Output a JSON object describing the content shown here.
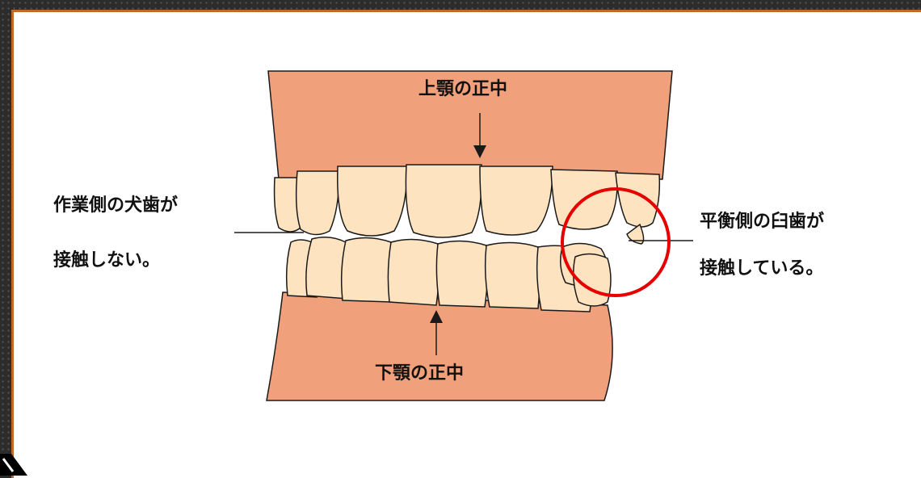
{
  "labels": {
    "upper_midline": "上顎の正中",
    "lower_midline": "下顎の正中",
    "working_side_line1": "作業側の犬歯が",
    "working_side_line2": "接触しない。",
    "balancing_side_line1": "平衡側の臼歯が",
    "balancing_side_line2": "接触している。"
  },
  "colors": {
    "gum": "#f0a07a",
    "tooth": "#fde3c0",
    "outline": "#1a1a1a",
    "highlight_circle": "#e60000",
    "frame_border": "#c06a2a",
    "background": "#ffffff"
  },
  "icons": [
    "arrow-down-icon",
    "arrow-up-icon",
    "highlight-circle"
  ]
}
